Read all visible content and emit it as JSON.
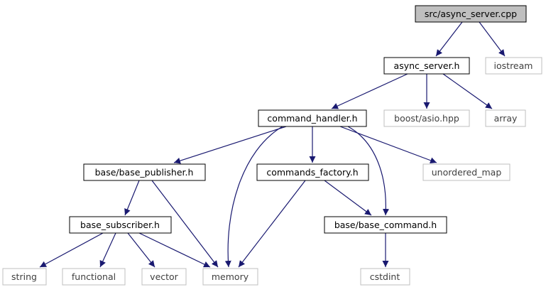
{
  "diagram": {
    "colors": {
      "edge": "#191970",
      "root_fill": "#bfbfbf",
      "node_border": "#000000",
      "external_border": "#bfbfbf",
      "text": "#000000",
      "external_text": "#3f3f3f"
    },
    "nodes": {
      "async_server_cpp": "src/async_server.cpp",
      "async_server_h": "async_server.h",
      "iostream": "iostream",
      "command_handler_h": "command_handler.h",
      "boost_asio": "boost/asio.hpp",
      "array": "array",
      "base_publisher_h": "base/base_publisher.h",
      "commands_factory_h": "commands_factory.h",
      "unordered_map": "unordered_map",
      "base_subscriber_h": "base_subscriber.h",
      "base_command_h": "base/base_command.h",
      "string": "string",
      "functional": "functional",
      "vector": "vector",
      "memory": "memory",
      "cstdint": "cstdint"
    },
    "edges": [
      [
        "async_server_cpp",
        "async_server_h"
      ],
      [
        "async_server_cpp",
        "iostream"
      ],
      [
        "async_server_h",
        "command_handler_h"
      ],
      [
        "async_server_h",
        "boost_asio"
      ],
      [
        "async_server_h",
        "array"
      ],
      [
        "command_handler_h",
        "base_publisher_h"
      ],
      [
        "command_handler_h",
        "memory"
      ],
      [
        "command_handler_h",
        "commands_factory_h"
      ],
      [
        "command_handler_h",
        "base_command_h"
      ],
      [
        "command_handler_h",
        "unordered_map"
      ],
      [
        "base_publisher_h",
        "base_subscriber_h"
      ],
      [
        "base_publisher_h",
        "memory"
      ],
      [
        "commands_factory_h",
        "memory"
      ],
      [
        "commands_factory_h",
        "base_command_h"
      ],
      [
        "base_subscriber_h",
        "string"
      ],
      [
        "base_subscriber_h",
        "functional"
      ],
      [
        "base_subscriber_h",
        "vector"
      ],
      [
        "base_subscriber_h",
        "memory"
      ],
      [
        "base_command_h",
        "cstdint"
      ]
    ]
  }
}
